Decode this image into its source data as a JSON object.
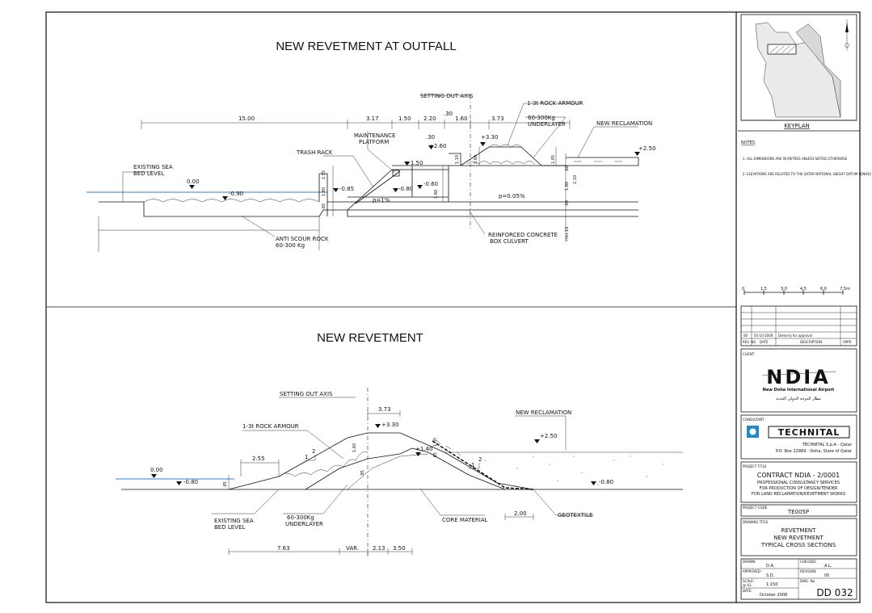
{
  "drawing": {
    "section1_title": "NEW REVETMENT AT OUTFALL",
    "section2_title": "NEW REVETMENT",
    "sec1": {
      "setting_out_axis": "SETTING OUT AXIS",
      "rock_armour": "1-3t ROCK ARMOUR",
      "underlayer_1": "60-300Kg",
      "underlayer_2": "UNDERLAYER",
      "new_reclamation": "NEW RECLAMATION",
      "maintenance_1": "MAINTENANCE",
      "maintenance_2": "PLATFORM",
      "trash_rack": "TRASH RACK",
      "existing_sea_1": "EXISTING SEA",
      "existing_sea_2": "BED LEVEL",
      "anti_scour_1": "ANTI SCOUR ROCK",
      "anti_scour_2": "60-300 Kg",
      "culvert_1": "REINFORCED CONCRETE",
      "culvert_2": "BOX CULVERT",
      "dims": [
        "15.00",
        "3.17",
        "1.50",
        "2.20",
        "1.60",
        "3.73",
        ".30",
        ".30"
      ],
      "levels": [
        "0.00",
        "-0.90",
        "-0.85",
        "-0.80",
        "-0.60",
        "+1.50",
        "+2.60",
        "+3.30",
        "+2.50"
      ],
      "slopes": [
        "p=1%",
        "p=0.05%"
      ],
      "vertical_dims": [
        "1.55",
        "1.80",
        ".60",
        "1.80",
        "1.10",
        "1.60",
        "1.05",
        ".60",
        "1.80",
        ".60",
        "2.10",
        "min.10"
      ]
    },
    "sec2": {
      "setting_out_axis": "SETTING OUT AXIS",
      "rock_armour": "1-3t ROCK ARMOUR",
      "new_reclamation": "NEW RECLAMATION",
      "existing_sea_1": "EXISTING SEA",
      "existing_sea_2": "BED LEVEL",
      "underlayer_1": "60-300Kg",
      "underlayer_2": "UNDERLAYER",
      "core_material": "CORE MATERIAL",
      "geotextile": "GEOTEXTILE",
      "dims_top": [
        "3.73",
        "2.55"
      ],
      "dims_bottom": [
        "7.63",
        "VAR.",
        "2.13",
        "3.50",
        "2.00"
      ],
      "levels": [
        "0.00",
        "-0.80",
        "+3.30",
        "+1.40",
        "+2.50",
        "-0.80"
      ],
      "slope_labels": [
        "1",
        "2",
        "1",
        "2"
      ],
      "vertical_dims": [
        ".85",
        "1.60",
        "1.05",
        ".85",
        ".85"
      ]
    }
  },
  "titleblock": {
    "keyplan_label": "KEYPLAN",
    "notes_title": "NOTES",
    "notes": [
      "1. ALL DIMENSIONS ARE IN METRES UNLESS NOTED OTHERWISE",
      "2. ELEVATIONS ARE RELATED TO THE QATAR NATIONAL HEIGHT DATUM (QNHD)"
    ],
    "scale_ticks": [
      "0",
      "1.5",
      "3.0",
      "4.5",
      "6.0",
      "7.5m"
    ],
    "revision": {
      "rev": "00",
      "date": "05-10-2008",
      "description": "Delivery for approval",
      "h_rev": "REV. NO.",
      "h_date": "DATE",
      "h_desc": "DESCRIPTION",
      "h_appr": "APPR."
    },
    "client_label": "CLIENT",
    "client_logo": "NDIA",
    "client_name": "New Doha International Airport",
    "client_arabic": "مطار الدوحة الدولي الجديد",
    "consultant_label": "CONSULTANT",
    "consultant_logo": "TECHNITAL",
    "consultant_name": "TECHNITAL S.p.A - Qatar",
    "consultant_address": "P.O. Box 22889 - Doha, State of Qatar",
    "project_title_label": "PROJECT TITLE",
    "contract": "CONTRACT NDIA - 2/0001",
    "project_lines": [
      "PROFESSIONAL CONSULTANCY SERVICES",
      "FOR PRODUCTION OF DESIGN/TENDER",
      "FOR LAND RECLAMATION/REVETMENT WORKS"
    ],
    "project_code_label": "PROJECT CODE",
    "project_code": "TE005P",
    "drawing_title_label": "DRAWING TITLE",
    "drawing_title_lines": [
      "REVETMENT",
      "NEW REVETMENT",
      "TYPICAL CROSS SECTIONS"
    ],
    "drawn_label": "DRAWN:",
    "drawn": "D.A.",
    "checked_label": "CHECKED:",
    "checked": "A.L.",
    "approved_label": "APPROVED:",
    "approved": "S.D.",
    "revision_label": "REVISION:",
    "revision_no": "00",
    "scale_label": "SCALE:",
    "scale_a3": "@ A3",
    "scale": "1:150",
    "dwg_label": "DWG. No.",
    "date_label": "DATE:",
    "date": "October 2008",
    "dwg_no": "DD 032"
  },
  "colors": {
    "water": "#2f7fd0",
    "line": "#111111"
  }
}
